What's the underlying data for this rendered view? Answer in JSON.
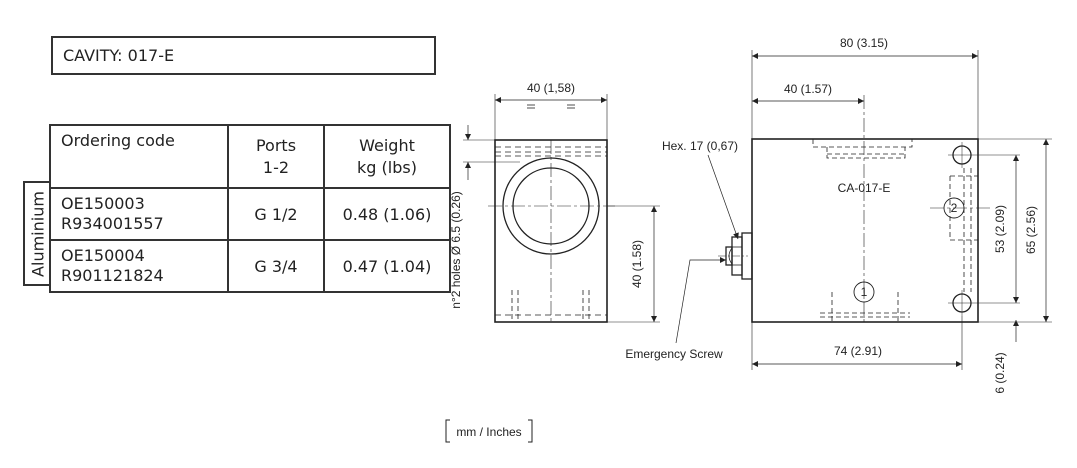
{
  "cavity": "CAVITY: 017-E",
  "table": {
    "headers": {
      "ordering_code": "Ordering code",
      "ports_line1": "Ports",
      "ports_line2": "1-2",
      "weight_line1": "Weight",
      "weight_line2": "kg (lbs)"
    },
    "material": "Aluminium",
    "rows": [
      {
        "code1": "OE150003",
        "code2": "R934001557",
        "ports": "G 1/2",
        "weight": "0.48 (1.06)"
      },
      {
        "code1": "OE150004",
        "code2": "R901121824",
        "ports": "G 3/4",
        "weight": "0.47 (1.04)"
      }
    ]
  },
  "drawing": {
    "side_top_width": "40 (1,58)",
    "side_height": "40 (1.58)",
    "holes": "n°2 holes Ø 6.5 (0.26)",
    "hex": "Hex. 17 (0,67)",
    "emergency": "Emergency Screw",
    "overall_width": "80 (3.15)",
    "half_width": "40 (1.57)",
    "cavity_label": "CA-017-E",
    "port1": "1",
    "port2": "2",
    "body_width": "74 (2.91)",
    "height_53": "53 (2.09)",
    "height_65": "65 (2.56)",
    "offset_6": "6 (0.24)",
    "units": "mm / Inches"
  }
}
